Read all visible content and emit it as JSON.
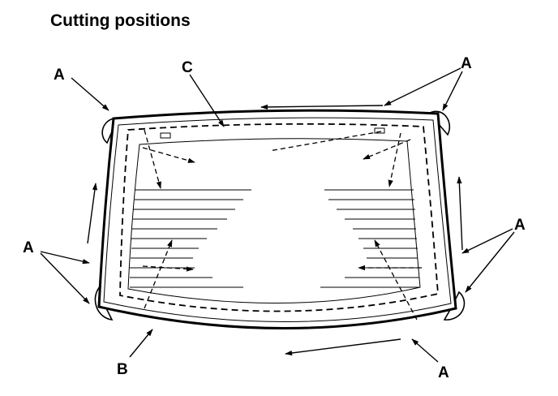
{
  "title": "Cutting positions",
  "callouts": {
    "a": "A",
    "b": "B",
    "c": "C"
  },
  "colors": {
    "ink": "#000000",
    "paper": "#ffffff"
  }
}
